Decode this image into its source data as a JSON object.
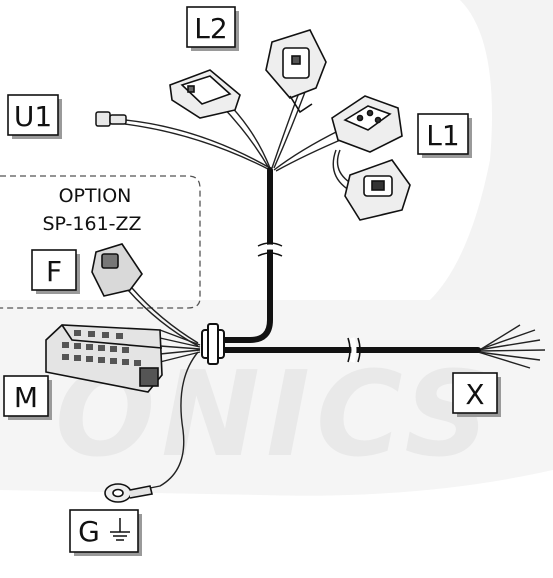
{
  "labels": {
    "l2": "L2",
    "u1": "U1",
    "l1": "L1",
    "f": "F",
    "m": "M",
    "x": "X",
    "g": "G"
  },
  "option": {
    "line1": "OPTION",
    "line2": "SP-161-ZZ"
  },
  "watermark": "ONICS",
  "colors": {
    "cable": "#111111",
    "connector_fill": "#e8e8e8",
    "label_box_shadow": "#9a9a9a",
    "watermark": "#ededed",
    "dashed_box": "#555555"
  }
}
